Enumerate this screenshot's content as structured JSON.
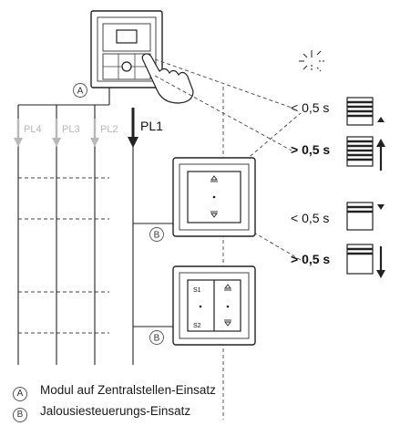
{
  "markers": {
    "a": "A",
    "b": "B"
  },
  "pl_labels": {
    "pl1": "PL1",
    "pl2": "PL2",
    "pl3": "PL3",
    "pl4": "PL4"
  },
  "switch_labels": {
    "s1": "S1",
    "s2": "S2"
  },
  "timing": [
    {
      "text": "< 0,5 s",
      "bold": false,
      "action": "slats-up"
    },
    {
      "text": "> 0,5 s",
      "bold": true,
      "action": "blind-up"
    },
    {
      "text": "< 0,5 s",
      "bold": false,
      "action": "slats-down"
    },
    {
      "text": "> 0,5 s",
      "bold": true,
      "action": "blind-down"
    }
  ],
  "legend": [
    {
      "marker": "A",
      "text": "Modul auf Zentralstellen-Einsatz"
    },
    {
      "marker": "B",
      "text": "Jalousiesteuerungs-Einsatz"
    }
  ],
  "colors": {
    "line": "#222222",
    "gray_arrow": "#b8b8b8",
    "dash": "#444444"
  }
}
